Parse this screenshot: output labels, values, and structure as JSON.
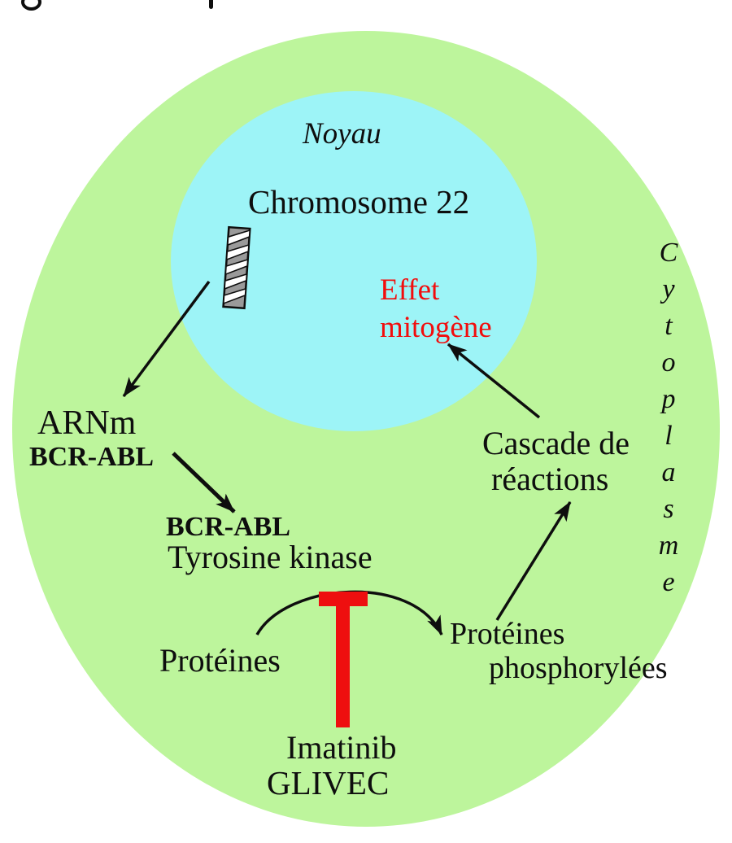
{
  "colors": {
    "cytoplasm-green": "#bdf59c",
    "nucleus-cyan": "#9df4f7",
    "inhibitor-red": "#ee0f0f",
    "mitogen-red": "#f20d0d",
    "ink-black": "#0e0e0e"
  },
  "labels": {
    "nucleus": "Noyau",
    "chromosome": "Chromosome 22",
    "mitogenic_effect_line1": "Effet",
    "mitogenic_effect_line2": "mitogène",
    "cytoplasm_word": "Cytoplasme",
    "mrna_line1": "ARNm",
    "mrna_line2": "BCR-ABL",
    "kinase_line1": "BCR-ABL",
    "kinase_line2": "Tyrosine kinase",
    "proteins": "Protéines",
    "phospho_line1": "Protéines",
    "phospho_line2": "phosphorylées",
    "cascade_line1": "Cascade de",
    "cascade_line2": "réactions",
    "drug_line1": "Imatinib",
    "drug_line2": "GLIVEC"
  },
  "cytoplasm_letters": [
    "C",
    "y",
    "t",
    "o",
    "p",
    "l",
    "a",
    "s",
    "m",
    "e"
  ]
}
